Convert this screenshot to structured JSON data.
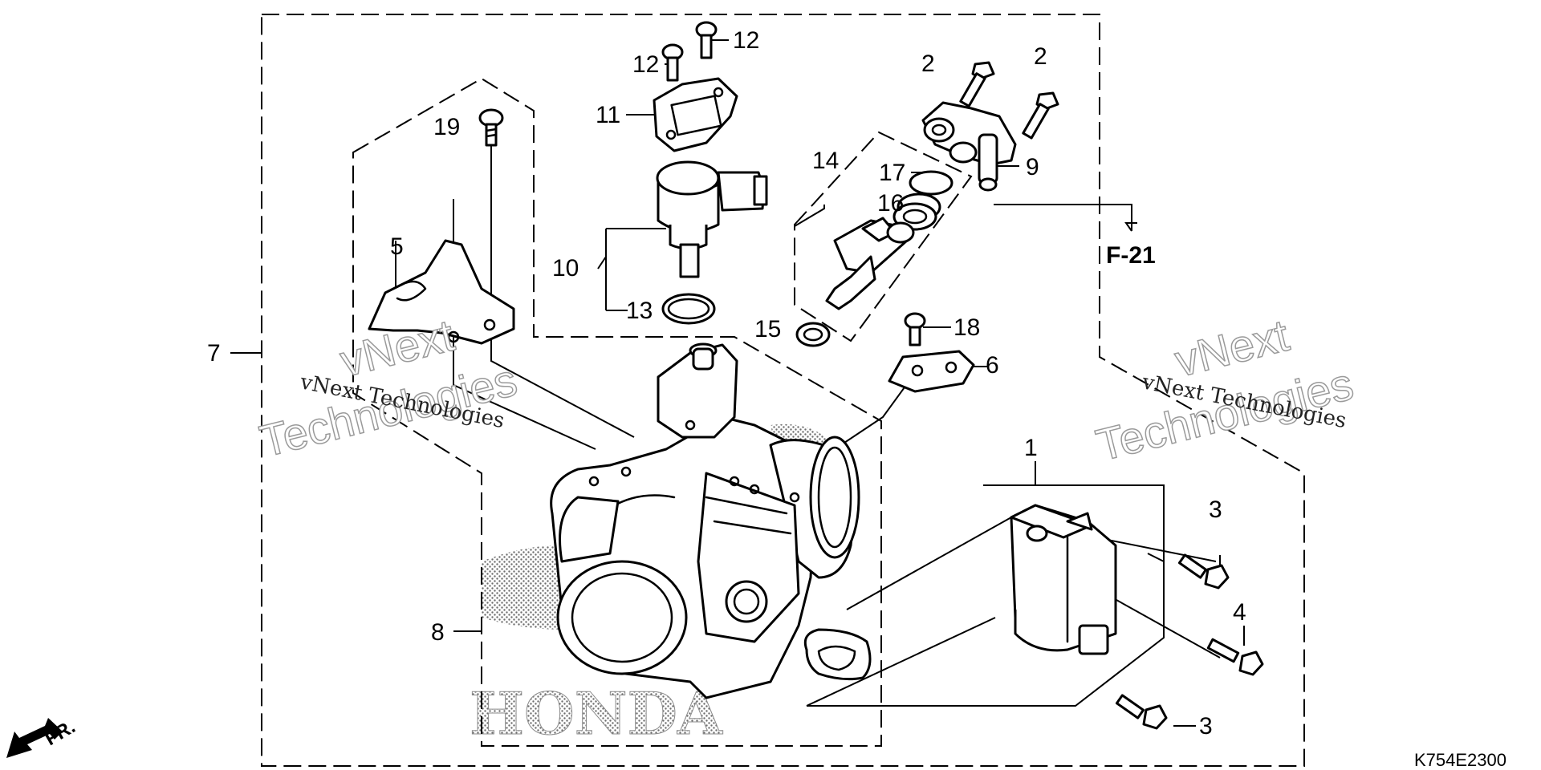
{
  "callouts": {
    "c1": "1",
    "c2a": "2",
    "c2b": "2",
    "c3a": "3",
    "c3b": "3",
    "c4": "4",
    "c5": "5",
    "c6": "6",
    "c7": "7",
    "c8": "8",
    "c9": "9",
    "c10": "10",
    "c11": "11",
    "c12a": "12",
    "c12b": "12",
    "c13": "13",
    "c14": "14",
    "c15": "15",
    "c16": "16",
    "c17": "17",
    "c18": "18",
    "c19": "19"
  },
  "reference": "F-21",
  "diagram_code": "K754E2300",
  "direction_label": "FR.",
  "watermark": {
    "small_left": "vNext Technologies",
    "small_right": "vNext Technologies",
    "big_left_1": "vNext",
    "big_left_2": "Technologies",
    "big_right_1": "vNext",
    "big_right_2": "Technologies"
  },
  "logo_text": "HONDA",
  "colors": {
    "ink": "#000000",
    "background": "#ffffff",
    "watermark": "#9a9a9a"
  }
}
